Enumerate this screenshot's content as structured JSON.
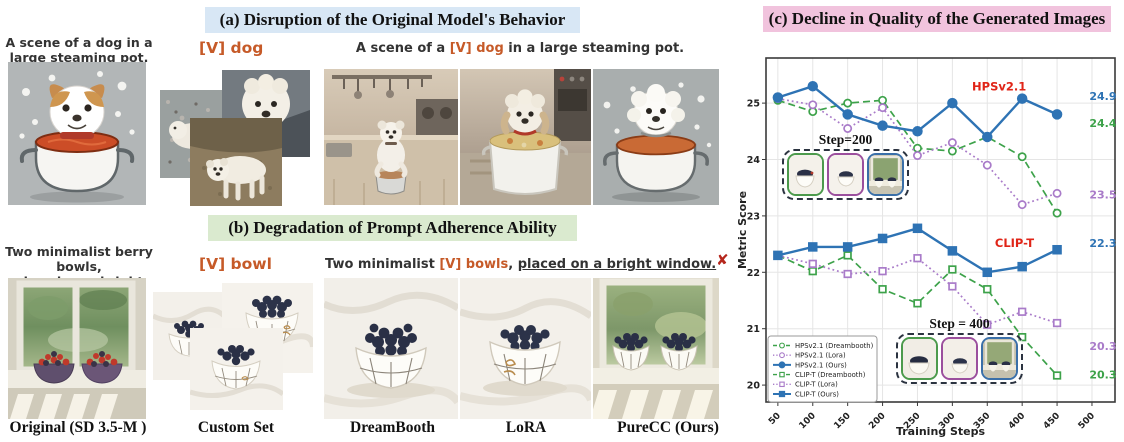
{
  "figure": {
    "panel_a": {
      "header": "(a) Disruption of the Original Model's Behavior",
      "source_caption_line1": "A scene of a dog in a",
      "source_caption_line2": "large steaming pot.",
      "token": "[V] dog",
      "prompt_prefix": "A scene of a ",
      "prompt_token": "[V] dog",
      "prompt_suffix": " in a large steaming pot."
    },
    "panel_b": {
      "header": "(b) Degradation of Prompt Adherence Ability",
      "source_caption_line1": "Two minimalist berry bowls,",
      "source_caption_line2": "placed on a bright window.",
      "token": "[V] bowl",
      "prompt_prefix": "Two minimalist ",
      "prompt_token": "[V] bowls",
      "prompt_mid": ", ",
      "prompt_underlined": "placed on a bright window.",
      "fail_mark": "✘"
    },
    "panel_c": {
      "header": "(c) Decline in Quality of the Generated Images",
      "inset_top_label": "Step=200",
      "inset_bottom_label": "Step = 400",
      "inset_border_meaning": {
        "green": "Dreambooth",
        "purple": "Lora",
        "blue": "Ours"
      }
    },
    "column_captions": [
      "Original (SD 3.5-M )",
      "Custom Set",
      "DreamBooth",
      "LoRA",
      "PureCC (Ours)"
    ],
    "colors": {
      "header_a_bg": "#d8e7f5",
      "header_b_bg": "#daeacf",
      "header_c_bg": "#f1c3dd",
      "token_orange": "#c65a28",
      "fail_red": "#b5271d",
      "chart_blue": "#2e73b4",
      "chart_green": "#3da24a",
      "chart_purple": "#a97bc9",
      "annotation_red": "#e02417",
      "inset_green_border": "#4c9a4c",
      "inset_purple_border": "#9b4f9d",
      "inset_blue_border": "#3a6fa8"
    }
  },
  "chart_data": {
    "type": "line",
    "x": [
      50,
      100,
      150,
      200,
      250,
      300,
      350,
      400,
      450
    ],
    "xlabel": "Training Steps",
    "ylabel": "Metric Score",
    "xticks": [
      50,
      100,
      150,
      200,
      250,
      300,
      350,
      400,
      450,
      500
    ],
    "yticks": [
      20,
      21,
      22,
      23,
      24,
      25
    ],
    "xlim": [
      33,
      533
    ],
    "ylim": [
      19.7,
      25.8
    ],
    "grid": true,
    "legend_position": "lower left",
    "series": [
      {
        "name": "HPSv2.1 (Dreambooth)",
        "color": "#3da24a",
        "line": "dashed",
        "marker": "circle-open",
        "values": [
          25.05,
          24.85,
          25.0,
          25.05,
          24.2,
          24.15,
          24.4,
          24.05,
          23.05
        ]
      },
      {
        "name": "HPSv2.1 (Lora)",
        "color": "#a97bc9",
        "line": "dotted",
        "marker": "circle-open",
        "values": [
          25.08,
          24.97,
          24.55,
          24.92,
          24.07,
          24.3,
          23.9,
          23.2,
          23.4
        ]
      },
      {
        "name": "HPSv2.1 (Ours)",
        "color": "#2e73b4",
        "line": "solid",
        "marker": "circle-filled",
        "values": [
          25.1,
          25.3,
          24.8,
          24.6,
          24.5,
          25.0,
          24.4,
          25.08,
          24.8
        ]
      },
      {
        "name": "CLIP-T (Dreambooth)",
        "color": "#3da24a",
        "line": "dashed",
        "marker": "square-open",
        "values": [
          22.3,
          22.02,
          22.3,
          21.7,
          21.45,
          22.05,
          21.7,
          20.85,
          20.17
        ]
      },
      {
        "name": "CLIP-T (Lora)",
        "color": "#a97bc9",
        "line": "dotted",
        "marker": "square-open",
        "values": [
          22.3,
          22.15,
          21.97,
          22.02,
          22.25,
          21.75,
          21.07,
          21.3,
          21.1
        ]
      },
      {
        "name": "CLIP-T (Ours)",
        "color": "#2e73b4",
        "line": "solid",
        "marker": "square-filled",
        "values": [
          22.3,
          22.45,
          22.45,
          22.6,
          22.78,
          22.38,
          22.0,
          22.1,
          22.4
        ]
      }
    ],
    "group_labels": [
      {
        "text": "HPSv2.1",
        "color": "#e02417",
        "x_at": 367,
        "y_at": 25.22
      },
      {
        "text": "CLIP-T",
        "color": "#e02417",
        "x_at": 389,
        "y_at": 22.45
      }
    ],
    "end_labels": [
      {
        "text": "24.9",
        "color": "#2e73b4",
        "y_at": 25.12
      },
      {
        "text": "24.4",
        "color": "#3da24a",
        "y_at": 24.64
      },
      {
        "text": "23.5",
        "color": "#a97bc9",
        "y_at": 23.37
      },
      {
        "text": "22.3",
        "color": "#2e73b4",
        "y_at": 22.51
      },
      {
        "text": "20.3",
        "color": "#a97bc9",
        "y_at": 20.68
      },
      {
        "text": "20.3",
        "color": "#3da24a",
        "y_at": 20.18
      }
    ]
  }
}
